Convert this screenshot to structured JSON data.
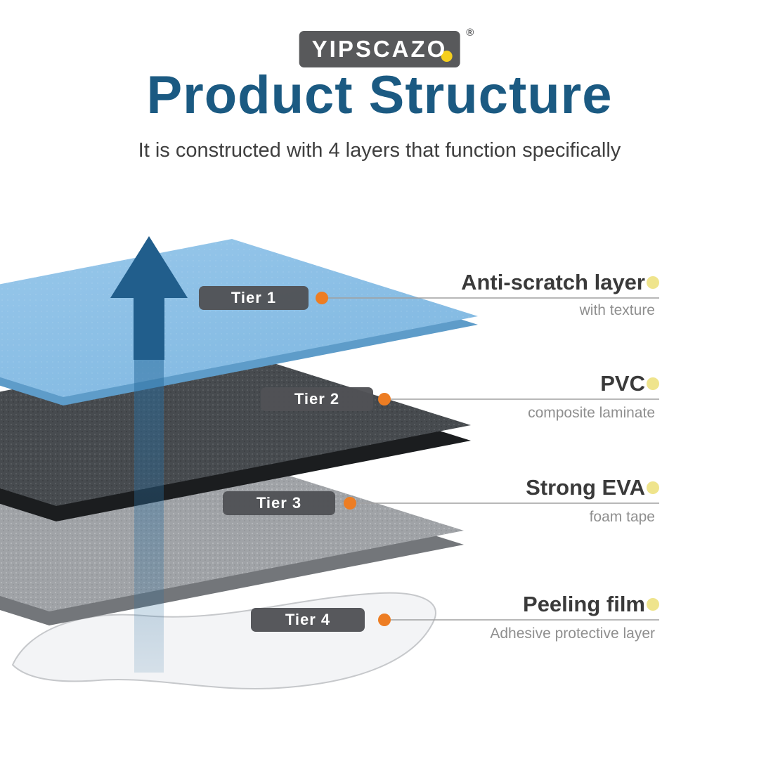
{
  "logo": {
    "part1": "YIPSCAZ",
    "part2": "O",
    "registered": "®"
  },
  "header": {
    "title": "Product Structure",
    "subtitle": "It is constructed with 4 layers that function specifically"
  },
  "tiers": [
    {
      "badge": "Tier 1",
      "name": "Anti-scratch layer",
      "description": "with texture"
    },
    {
      "badge": "Tier 2",
      "name": "PVC",
      "description": "composite laminate"
    },
    {
      "badge": "Tier 3",
      "name": "Strong EVA",
      "description": "foam tape"
    },
    {
      "badge": "Tier 4",
      "name": "Peeling film",
      "description": "Adhesive protective layer"
    }
  ],
  "icons": {
    "arrow": "up-arrow",
    "tier_connector": "orange-dot",
    "label_accent": "yellow-dot",
    "logo_accent": "yellow-swoosh"
  },
  "colors": {
    "title": "#1b5a82",
    "layer1_top": "#8fc4e9",
    "layer2_top": "#474b4f",
    "layer3_top": "#a0a3a7",
    "film": "#f3f4f6",
    "badge_bg": "#505155",
    "connector_dot": "#ed7d23",
    "accent_dot": "#efe48c",
    "arrow": "#215e8c",
    "line": "#a0a0a0"
  }
}
